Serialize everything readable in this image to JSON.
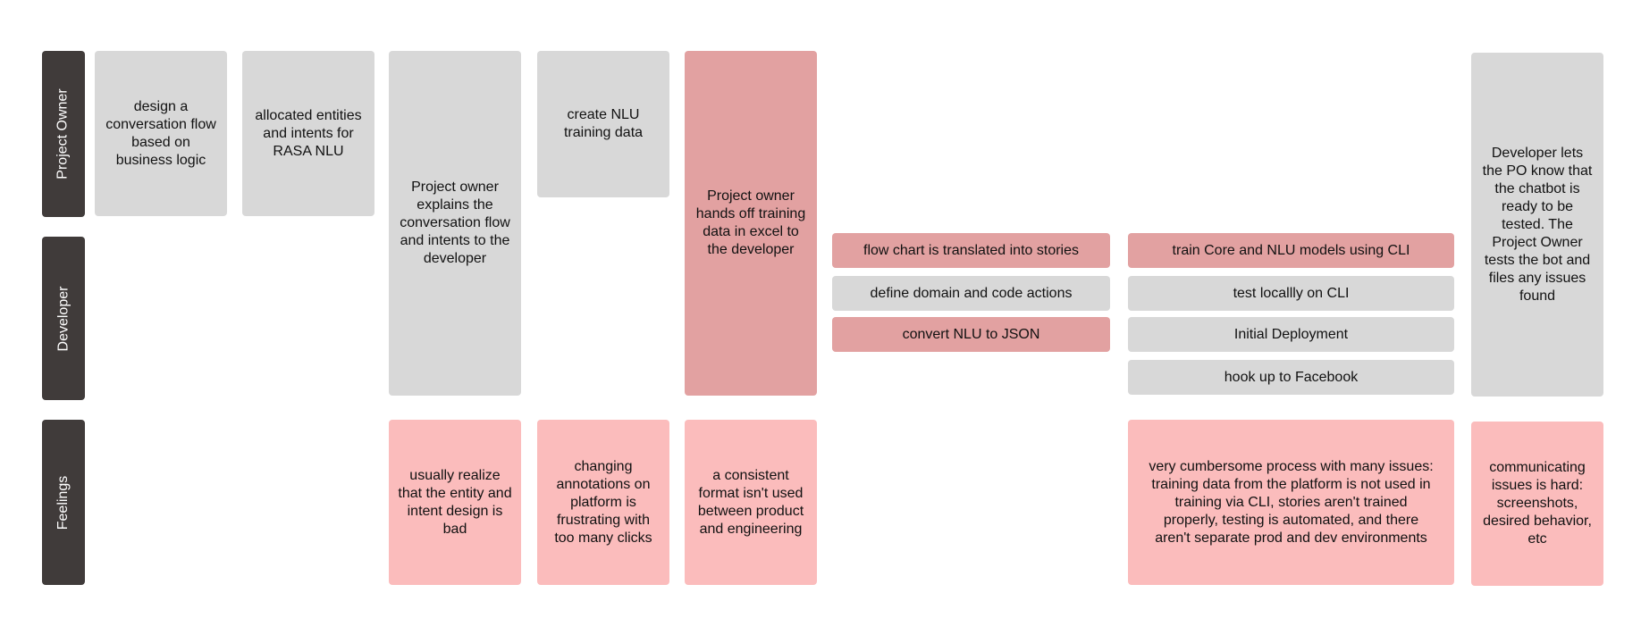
{
  "lanes": {
    "project_owner": "Project Owner",
    "developer": "Developer",
    "feelings": "Feelings"
  },
  "cards": {
    "c1": "design a conversation flow based on business logic",
    "c2": "allocated entities and intents for RASA NLU",
    "c3": "Project owner explains the conversation flow and intents to the developer",
    "c4": "create NLU training data",
    "c5": "Project owner hands off training data in excel to the developer",
    "c6": "flow chart is translated into stories",
    "c7": "define domain and code actions",
    "c8": "convert NLU to JSON",
    "c9": "train Core and NLU models using CLI",
    "c10": "test locallly on CLI",
    "c11": "Initial Deployment",
    "c12": "hook up to Facebook",
    "c13": "Developer lets the PO know that the chatbot is ready to be tested. The Project Owner tests the bot and files any issues found",
    "c14": "usually realize that the entity and intent design is bad",
    "c15": "changing annotations on platform is frustrating with too many clicks",
    "c16": "a consistent format isn't used between product and engineering",
    "c17": "very cumbersome process with many issues: training data from the platform is not used in training via CLI, stories aren't trained properly, testing is automated, and there aren't separate prod and dev environments",
    "c18": "communicating issues is hard: screenshots, desired behavior, etc"
  },
  "colors": {
    "lane": "#403b3a",
    "neutral_card": "#d8d8d8",
    "highlight_card": "#e2a1a1",
    "feeling_card": "#fbbcbc"
  }
}
